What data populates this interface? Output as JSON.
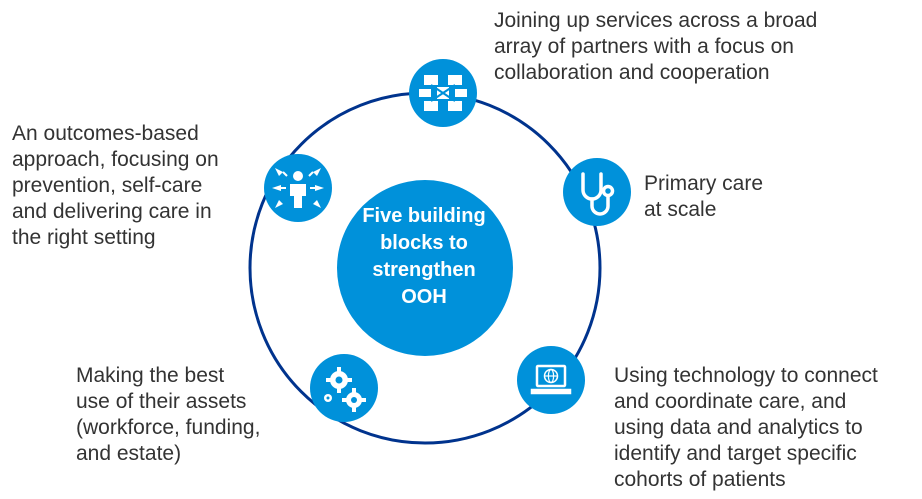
{
  "center": {
    "text": "Five building\nblocks to\nstrengthen\nOOH"
  },
  "blocks": {
    "top": {
      "text": "Joining up services across a broad\narray of partners with a focus on\ncollaboration and cooperation",
      "icon": "network-icon"
    },
    "left": {
      "text": "An outcomes-based\napproach, focusing on\nprevention, self-care\nand delivering care in\nthe right setting",
      "icon": "person-focus-icon"
    },
    "right": {
      "text": "Primary care\nat scale",
      "icon": "stethoscope-icon"
    },
    "bottom_left": {
      "text": "Making the best\nuse of their assets\n(workforce, funding,\nand estate)",
      "icon": "gears-icon"
    },
    "bottom_right": {
      "text": "Using technology to connect\nand coordinate care, and\nusing data and analytics to\nidentify and target specific\ncohorts of patients",
      "icon": "laptop-globe-icon"
    }
  },
  "colors": {
    "primary_blue": "#0091DA",
    "text": "#333333",
    "ring": "#00338D"
  }
}
